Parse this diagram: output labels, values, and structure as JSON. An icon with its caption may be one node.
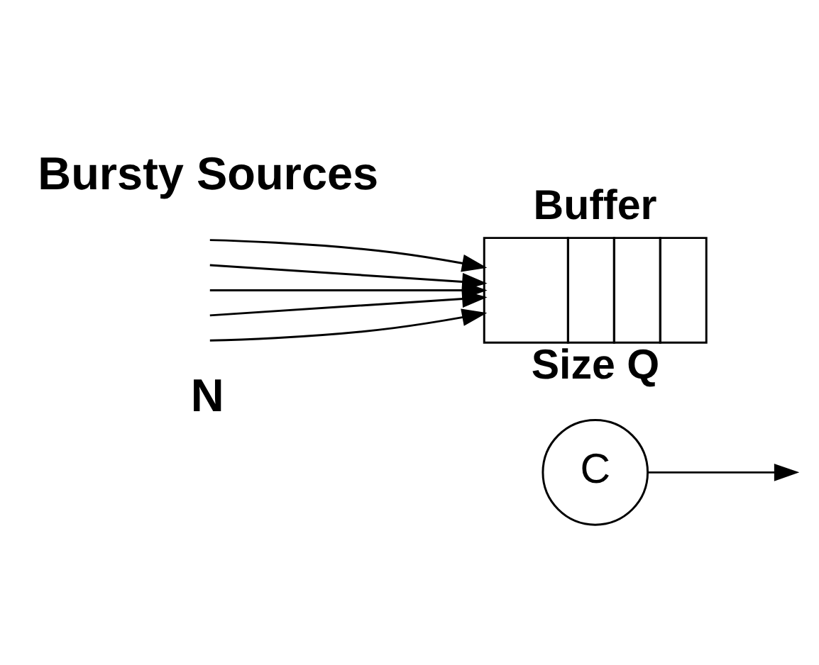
{
  "diagram": {
    "nodes": [
      {
        "text": [
          "Buffer",
          "Size Q"
        ]
      },
      {
        "text": [
          "C"
        ]
      }
    ],
    "edges": [
      {
        "from": null,
        "to": 0,
        "arrow": "to"
      },
      {
        "from": null,
        "to": 0,
        "arrow": "to"
      },
      {
        "from": null,
        "to": 0,
        "arrow": "to"
      },
      {
        "from": null,
        "to": 0,
        "arrow": "to"
      },
      {
        "from": null,
        "to": 0,
        "arrow": "to"
      },
      {
        "from": 1,
        "to": null,
        "arrow": "to"
      }
    ],
    "labels": [
      "Bursty Sources",
      "N"
    ]
  }
}
